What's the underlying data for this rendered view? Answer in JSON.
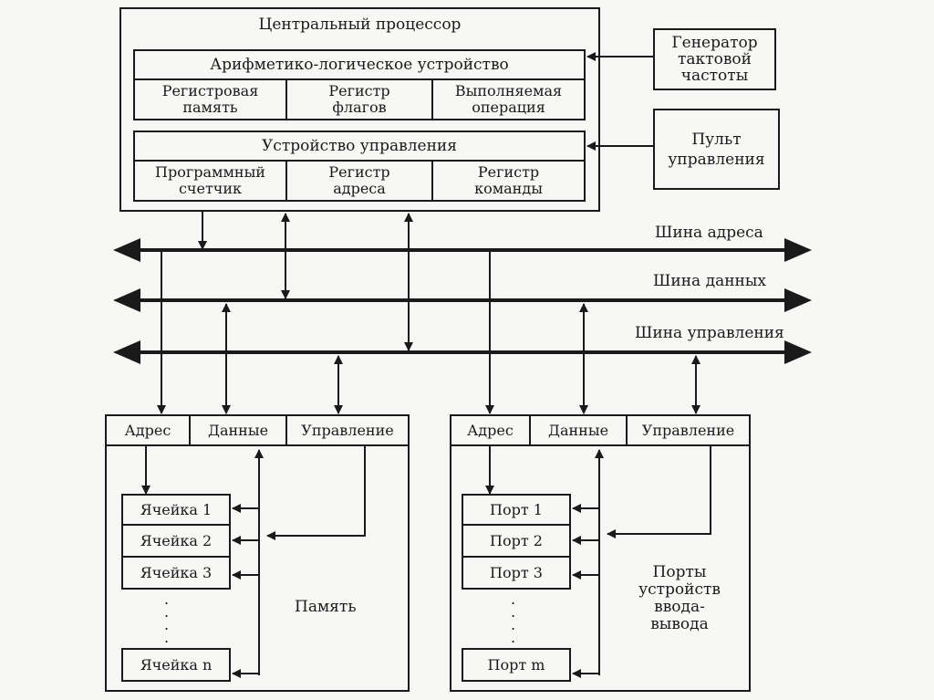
{
  "cpu": {
    "title": "Центральный процессор",
    "alu": {
      "title": "Арифметико-логическое устройство",
      "cells": [
        "Регистровая\nпамять",
        "Регистр\nфлагов",
        "Выполняемая\nоперация"
      ]
    },
    "cu": {
      "title": "Устройство управления",
      "cells": [
        "Программный\nсчетчик",
        "Регистр\nадреса",
        "Регистр\nкоманды"
      ]
    }
  },
  "clock": "Генератор\nтактовой\nчастоты",
  "console": "Пульт\nуправления",
  "buses": {
    "address": "Шина адреса",
    "data": "Шина данных",
    "control": "Шина управления"
  },
  "memory": {
    "header": [
      "Адрес",
      "Данные",
      "Управление"
    ],
    "cells": [
      "Ячейка 1",
      "Ячейка 2",
      "Ячейка 3",
      "Ячейка n"
    ],
    "label": "Память",
    "dots": ".\n.\n.\n."
  },
  "io": {
    "header": [
      "Адрес",
      "Данные",
      "Управление"
    ],
    "ports": [
      "Порт 1",
      "Порт 2",
      "Порт 3",
      "Порт m"
    ],
    "label": "Порты\nустройств\nввода-\nвывода",
    "dots": ".\n.\n.\n."
  }
}
